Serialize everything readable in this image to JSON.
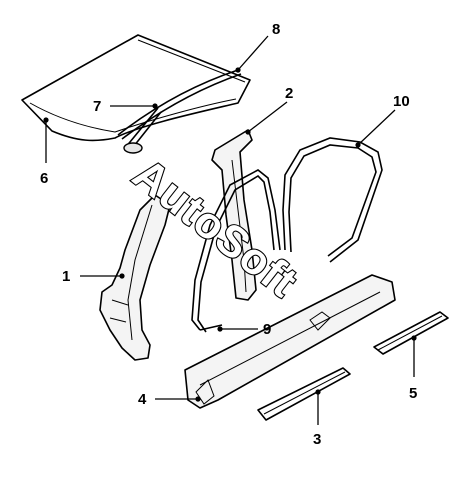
{
  "watermark": "AutoSoft",
  "callouts": [
    {
      "id": "c1",
      "label": "1"
    },
    {
      "id": "c2",
      "label": "2"
    },
    {
      "id": "c3",
      "label": "3"
    },
    {
      "id": "c4",
      "label": "4"
    },
    {
      "id": "c5",
      "label": "5"
    },
    {
      "id": "c6",
      "label": "6"
    },
    {
      "id": "c7",
      "label": "7"
    },
    {
      "id": "c8",
      "label": "8"
    },
    {
      "id": "c9",
      "label": "9"
    },
    {
      "id": "c10",
      "label": "10"
    }
  ]
}
